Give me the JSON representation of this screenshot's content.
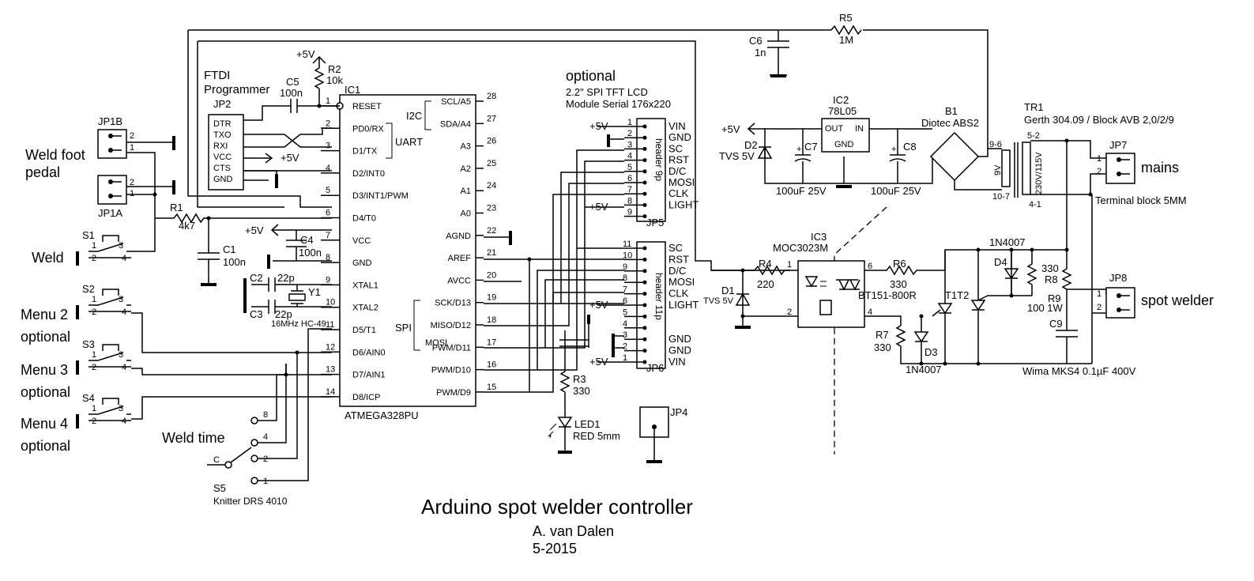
{
  "title": {
    "main": "Arduino spot welder controller",
    "author": "A. van Dalen",
    "date": "5-2015"
  },
  "mcu": {
    "ref": "IC1",
    "part": "ATMEGA328PU",
    "left_pins": [
      {
        "n": "1",
        "name": "RESET"
      },
      {
        "n": "2",
        "name": "PD0/RX"
      },
      {
        "n": "3",
        "name": "D1/TX"
      },
      {
        "n": "4",
        "name": "D2/INT0"
      },
      {
        "n": "5",
        "name": "D3/INT1/PWM"
      },
      {
        "n": "6",
        "name": "D4/T0"
      },
      {
        "n": "7",
        "name": "VCC"
      },
      {
        "n": "8",
        "name": "GND"
      },
      {
        "n": "9",
        "name": "XTAL1"
      },
      {
        "n": "10",
        "name": "XTAL2"
      },
      {
        "n": "11",
        "name": "D5/T1"
      },
      {
        "n": "12",
        "name": "D6/AIN0"
      },
      {
        "n": "13",
        "name": "D7/AIN1"
      },
      {
        "n": "14",
        "name": "D8/ICP"
      }
    ],
    "right_pins": [
      {
        "n": "28",
        "name": "SCL/A5"
      },
      {
        "n": "27",
        "name": "SDA/A4"
      },
      {
        "n": "26",
        "name": "A3"
      },
      {
        "n": "25",
        "name": "A2"
      },
      {
        "n": "24",
        "name": "A1"
      },
      {
        "n": "23",
        "name": "A0"
      },
      {
        "n": "22",
        "name": "AGND"
      },
      {
        "n": "21",
        "name": "AREF"
      },
      {
        "n": "20",
        "name": "AVCC"
      },
      {
        "n": "19",
        "name": "SCK/D13"
      },
      {
        "n": "18",
        "name": "MISO/D12"
      },
      {
        "n": "17",
        "name": "PWM/D11"
      },
      {
        "n": "16",
        "name": "PWM/D10"
      },
      {
        "n": "15",
        "name": "PWM/D9"
      }
    ],
    "i2c_label": "I2C",
    "uart_label": "UART",
    "spi_label": "SPI",
    "mosi_label": "MOSI"
  },
  "ftdi": {
    "title": "FTDI",
    "subtitle": "Programmer",
    "ref": "JP2",
    "pins": [
      "DTR",
      "TXO",
      "RXI",
      "VCC",
      "CTS",
      "GND"
    ],
    "vcc_label": "+5V"
  },
  "lcd": {
    "optional": "optional",
    "desc1": "2.2\" SPI TFT LCD",
    "desc2": "Module Serial 176x220",
    "jp5": {
      "ref": "JP5",
      "header": "header 9p",
      "pins": [
        "1",
        "2",
        "3",
        "4",
        "5",
        "6",
        "7",
        "8",
        "9"
      ],
      "labels": [
        "VIN",
        "GND",
        "SC",
        "RST",
        "D/C",
        "MOSI",
        "CLK",
        "LIGHT",
        ""
      ]
    },
    "jp6": {
      "ref": "JP6",
      "header": "header 11p",
      "pins": [
        "11",
        "10",
        "9",
        "8",
        "7",
        "6",
        "5",
        "4",
        "3",
        "2",
        "1"
      ],
      "labels": [
        "SC",
        "RST",
        "D/C",
        "MOSI",
        "CLK",
        "LIGHT",
        "",
        "",
        "GND",
        "GND",
        "VIN"
      ]
    }
  },
  "components": {
    "r1": {
      "ref": "R1",
      "val": "4k7"
    },
    "r2": {
      "ref": "R2",
      "val": "10k"
    },
    "r3": {
      "ref": "R3",
      "val": "330"
    },
    "r4": {
      "ref": "R4",
      "val": "220"
    },
    "r5": {
      "ref": "R5",
      "val": "1M"
    },
    "r6": {
      "ref": "R6",
      "val": "330"
    },
    "r7": {
      "ref": "R7",
      "val": "330"
    },
    "r8": {
      "ref": "R8",
      "val": "330"
    },
    "r9": {
      "ref": "R9",
      "val": "100 1W"
    },
    "c1": {
      "ref": "C1",
      "val": "100n"
    },
    "c2": {
      "ref": "C2",
      "val": "22p"
    },
    "c3": {
      "ref": "C3",
      "val": "22p"
    },
    "c4": {
      "ref": "C4",
      "val": "100n"
    },
    "c5": {
      "ref": "C5",
      "val": "100n"
    },
    "c6": {
      "ref": "C6",
      "val": "1n"
    },
    "c7": {
      "ref": "C7",
      "val": "100uF 25V"
    },
    "c8": {
      "ref": "C8",
      "val": "100uF 25V"
    },
    "c9": {
      "ref": "C9",
      "val": "Wima MKS4 0.1µF 400V"
    },
    "y1": {
      "ref": "Y1",
      "val": "16MHz HC-49"
    },
    "led1": {
      "ref": "LED1",
      "val": "RED 5mm"
    },
    "d1": {
      "ref": "D1",
      "val": "TVS 5V"
    },
    "d2": {
      "ref": "D2",
      "val": "TVS 5V"
    },
    "d3": {
      "ref": "D3",
      "val": "1N4007"
    },
    "d4": {
      "ref": "D4",
      "val": "1N4007"
    },
    "ic2": {
      "ref": "IC2",
      "part": "78L05",
      "out": "OUT",
      "in": "IN",
      "gnd": "GND"
    },
    "ic3": {
      "ref": "IC3",
      "part": "MOC3023M",
      "p1": "1",
      "p2": "2",
      "p4": "4",
      "p6": "6"
    },
    "b1": {
      "ref": "B1",
      "part": "Diotec ABS2"
    },
    "tr1": {
      "ref": "TR1",
      "part": "Gerth 304.09 / Block AVB 2,0/2/9",
      "p96": "9-6",
      "p107": "10-7",
      "p52": "5-2",
      "p41": "4-1",
      "sec": "9V",
      "pri": "230V/115V"
    },
    "triac": {
      "ref": "T1T2",
      "part": "BT151-800R"
    },
    "jp7": {
      "ref": "JP7",
      "label": "mains",
      "note": "Terminal block 5MM"
    },
    "jp8": {
      "ref": "JP8",
      "label": "spot welder"
    },
    "jp4": {
      "ref": "JP4"
    },
    "jp1a": {
      "ref": "JP1A"
    },
    "jp1b": {
      "ref": "JP1B"
    },
    "pedal": {
      "l1": "Weld foot",
      "l2": "pedal"
    },
    "s1": {
      "ref": "S1",
      "label": "Weld"
    },
    "s2": {
      "ref": "S2",
      "label": "Menu 2",
      "opt": "optional"
    },
    "s3": {
      "ref": "S3",
      "label": "Menu 3",
      "opt": "optional"
    },
    "s4": {
      "ref": "S4",
      "label": "Menu 4",
      "opt": "optional"
    },
    "s5": {
      "ref": "S5",
      "label": "Weld time",
      "part": "Knitter DRS 4010",
      "c": "C",
      "p8": "8",
      "p4": "4",
      "p2": "2",
      "p1": "1"
    },
    "vcc": "+5V"
  }
}
